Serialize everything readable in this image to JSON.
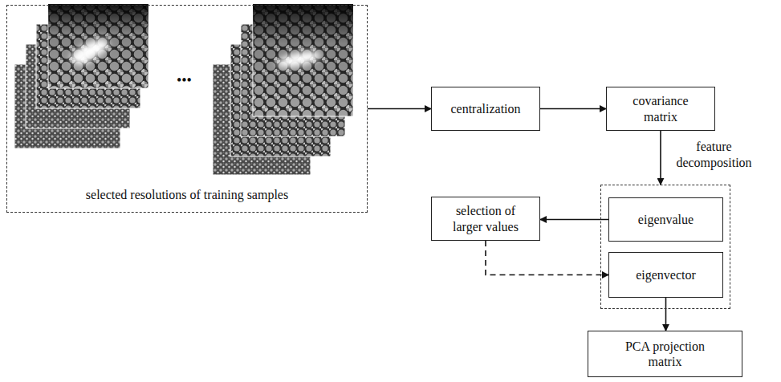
{
  "diagram": {
    "nodes": [
      {
        "text": [
          "selected resolutions of training samples"
        ]
      },
      {
        "text": [
          "centralization"
        ]
      },
      {
        "text": [
          "covariance matrix"
        ]
      },
      {
        "text": []
      },
      {
        "text": [
          "eigenvalue"
        ],
        "in": 3
      },
      {
        "text": [
          "eigenvector"
        ],
        "in": 3
      },
      {
        "text": [
          "selection of larger values"
        ]
      },
      {
        "text": [
          "PCA projection matrix"
        ]
      }
    ],
    "edges": [
      {
        "from": 0,
        "to": 1,
        "arrow": "to"
      },
      {
        "from": 1,
        "to": 2,
        "arrow": "to"
      },
      {
        "from": 2,
        "to": 3,
        "arrow": "to",
        "label": "feature decomposition"
      },
      {
        "from": 4,
        "to": 6,
        "arrow": "to"
      },
      {
        "from": 6,
        "to": 5,
        "arrow": "to"
      },
      {
        "from": 5,
        "to": 7,
        "arrow": "to"
      }
    ],
    "labels": [
      "•••"
    ]
  }
}
